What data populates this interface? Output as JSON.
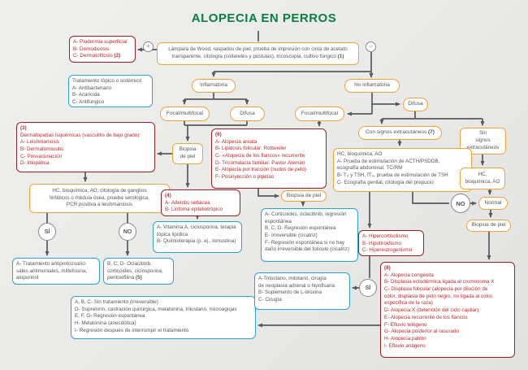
{
  "header": {
    "title": "ALOPECIA EN PERROS",
    "title_color": "#0b7f41"
  },
  "decisions": {
    "si_left": "SÍ",
    "no_left": "NO",
    "no_right": "NO",
    "si_right": "SÍ"
  },
  "symbols": {
    "plus": "+",
    "minus": "−"
  },
  "nodes": {
    "wood_tests": {
      "text": "Lámpara de Wood, raspados de piel, prueba de impresión con cinta de acetato transparente, citología (collaretes y pústulas), tricoscopia, cultivo fúngico ",
      "tag_end": "(1)"
    },
    "pioderma": {
      "text": "A- Piodermia superficial\nB- Demodicosis\nC- Dermatofitosis ",
      "tag_end": "(2)"
    },
    "trat_topico": {
      "text": "Tratamiento tópico o sistémico\nA- Antibacteriano\nB- Acaricida\nC- Antifúngico"
    },
    "inflamatoria": {
      "text": "Inflamatoria"
    },
    "no_inflamatoria": {
      "text": "No inflamatoria"
    },
    "focal_izq": {
      "text": "Focal/multifocal"
    },
    "difusa_izq": {
      "text": "Difusa"
    },
    "focal_der": {
      "text": "Focal/multifocal"
    },
    "difusa_der": {
      "text": "Difusa"
    },
    "biopsia_izq": {
      "text": "Biopsia\nde piel"
    },
    "dermatopatias": {
      "tag": "(3)",
      "text": "Dermatopatías isquémicas (vasculitis de bajo grado):\nA- Leishmaniosis\nB- Dermatomiositis\nC- Posvacunación\nD- Idiopática"
    },
    "leishmaniosis_tests": {
      "text": "HC, bioquímica, AO, citología de ganglios\nlinfáticos o médula ósea, prueba serológica,\nPCR positiva a leishmaniosis"
    },
    "antiprotozoario": {
      "text": "A- Tratamiento antiprotozoario:\nsales antimoniales, miltefosina,\nalopurinol"
    },
    "oclacitinib": {
      "text": "B, C, D- Oclacitinib,\ncorticoides, ciclosporina,\npentoxifilina ",
      "tag_end": "(5)"
    },
    "adenitis": {
      "tag": "(4)",
      "text": "A- Adenitis sebácea\nB- Linfoma epiteliotrópico"
    },
    "vitamina_a": {
      "text": "A- Vitamina A, ciclosporina, terapia\ntópica lipídica\nB- Quimioterapia (p. ej., lomustina)"
    },
    "alopecia_focal": {
      "tag": "(6)",
      "text": "A- Alopecia areata\nB- Lipidosis folicular: Rottweiler\nC- «Alopecia de los flancos» recurrente\nD- Tricomalacia familiar: Pastor Alemán\nE- Alopecia por tracción (nudos de pelo)\nF- Posinyección o pipetas"
    },
    "biopsia_centro": {
      "text": "Biopsia de piel"
    },
    "corticoides": {
      "text": "A- Corticoides, oclacitinib, regresión\nespontánea\nB, C, D- Regresión espontánea\nE- Irreversible (cicatriz)\nF- Regresión espontánea si no hay\ndaño irreversible del folículo (cicatriz)"
    },
    "sin_tratamiento": {
      "text": "A, B, C- Sin tratamiento (irreversible)\nD- Suprelorin, castración quirúrgica, melatonina, trilostano, microagujas\nE, F, G- Regresión espontánea\nH- Melatonina (anecdótica)\nI- Regresión después de interrumpir el tratamiento"
    },
    "con_signos": {
      "text": "Con signos extracutáneos ",
      "tag_end": "(7)"
    },
    "sin_signos": {
      "text": "Sin\nsignos\nextracutáneos"
    },
    "pruebas_endocrinas": {
      "text": "HC, bioquímica, AO\nA- Prueba de estimulación de ACTH/PSDDB,\necografía abdominal, TC/RM\nB- T₄ y TSH, fT₄, prueba de estimulación de TSH\nC- Ecografía genital, citología del prepucio"
    },
    "hipercortisolismo": {
      "text": "A- Hipercortisolismo\nB- Hipotiroidismo\nC- Hiperestrogenismo"
    },
    "trilostano": {
      "text": "A-Trilostano, mitotano, cirugía\nde neoplasia adrenal o hipofisaria\nB- Suplemento de L-tiroxina\nC- Cirugía"
    },
    "hc_bioquimica": {
      "text": "HC,\nbioquímica, AO"
    },
    "normal": {
      "text": "Normal"
    },
    "biopsia_der": {
      "text": "Biopsia de piel"
    },
    "alopecia_difusa": {
      "tag": "(8)",
      "text": "A- Alopecia congénita\nB- Displasia ectodérmica ligada al cromosoma X\nC- Displasia folicular (alopecia por dilución de\ncolor, displasia de pelo negro, no ligada al color,\nespecífica de la raza)\nD- Alopecia X (detención del ciclo capilar)\nE- Alopecia recurrente de los flancos\nF- Efluvio telógeno\nG- Alopecia posterior al rasurado\nH- Alopecia patrón\nI- Efluvio anágeno"
    }
  }
}
